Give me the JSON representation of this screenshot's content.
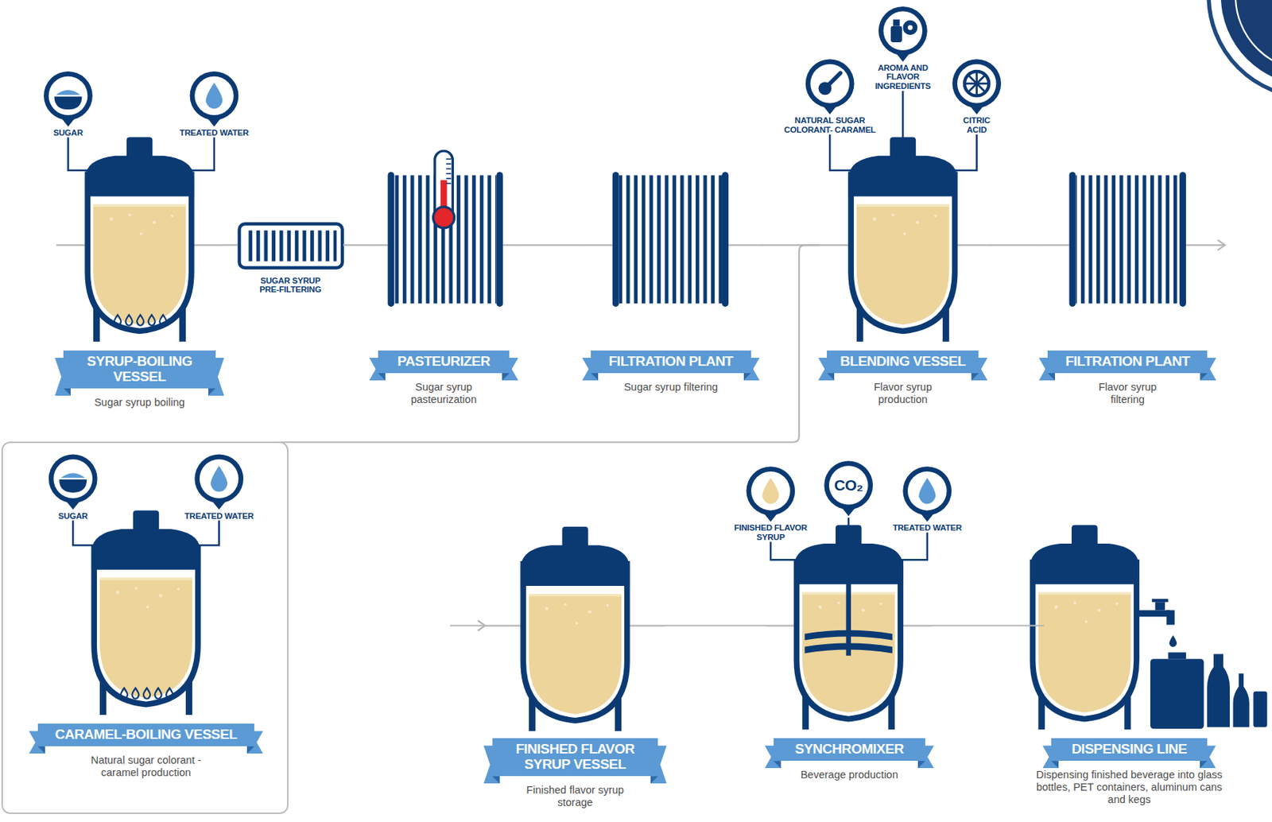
{
  "diagram": {
    "nodes": [
      {
        "text": [
          "SUGAR"
        ]
      },
      {
        "text": [
          "TREATED WATER"
        ]
      },
      {
        "text": [
          "SYRUP-BOILING VESSEL",
          "Sugar syrup boiling"
        ]
      },
      {
        "text": [
          "SUGAR SYRUP PRE-FILTERING"
        ]
      },
      {
        "text": [
          "PASTEURIZER",
          "Sugar syrup pasteurization"
        ]
      },
      {
        "text": [
          "FILTRATION PLANT",
          "Sugar syrup filtering"
        ]
      },
      {
        "text": [
          "NATURAL SUGAR COLORANT- CARAMEL"
        ]
      },
      {
        "text": [
          "AROMA AND FLAVOR INGREDIENTS"
        ]
      },
      {
        "text": [
          "CITRIC ACID"
        ]
      },
      {
        "text": [
          "BLENDING VESSEL",
          "Flavor syrup production"
        ]
      },
      {
        "text": [
          "FILTRATION PLANT",
          "Flavor syrup filtering"
        ]
      },
      {
        "text": [
          "CARAMEL-BOILING VESSEL",
          "Natural sugar colorant -caramel production"
        ]
      },
      {
        "text": [
          "SUGAR"
        ],
        "in": 11
      },
      {
        "text": [
          "TREATED WATER"
        ],
        "in": 11
      },
      {
        "text": [
          "FINISHED FLAVOR SYRUP VESSEL",
          "Finished flavor syrup storage"
        ]
      },
      {
        "text": [
          "FINISHED FLAVOR SYRUP"
        ]
      },
      {
        "text": [
          "CO₂"
        ]
      },
      {
        "text": [
          "TREATED WATER"
        ]
      },
      {
        "text": [
          "SYNCHROMIXER",
          "Beverage production"
        ]
      },
      {
        "text": [
          "DISPENSING LINE",
          "Dispensing finished beverage into glass bottles, PET containers, aluminum cans and kegs"
        ]
      }
    ],
    "edges": [
      {
        "from": 0,
        "to": 2,
        "arrow": "none"
      },
      {
        "from": 1,
        "to": 2,
        "arrow": "none"
      },
      {
        "from": 2,
        "to": 3,
        "arrow": "none"
      },
      {
        "from": 3,
        "to": 4,
        "arrow": "none"
      },
      {
        "from": 4,
        "to": 5,
        "arrow": "none"
      },
      {
        "from": 5,
        "to": 9,
        "arrow": "none"
      },
      {
        "from": 6,
        "to": 9,
        "arrow": "none"
      },
      {
        "from": 7,
        "to": 9,
        "arrow": "none"
      },
      {
        "from": 8,
        "to": 9,
        "arrow": "none"
      },
      {
        "from": 9,
        "to": 10,
        "arrow": "none"
      },
      {
        "from": 11,
        "to": 9,
        "arrow": "none"
      },
      {
        "from": 10,
        "to": 14,
        "arrow": "to"
      },
      {
        "from": 12,
        "to": 11,
        "arrow": "none"
      },
      {
        "from": 13,
        "to": 11,
        "arrow": "none"
      },
      {
        "from": 14,
        "to": 18,
        "arrow": "none"
      },
      {
        "from": 15,
        "to": 18,
        "arrow": "none"
      },
      {
        "from": 16,
        "to": 18,
        "arrow": "none"
      },
      {
        "from": 17,
        "to": 18,
        "arrow": "none"
      },
      {
        "from": 18,
        "to": 19,
        "arrow": "none"
      }
    ]
  }
}
